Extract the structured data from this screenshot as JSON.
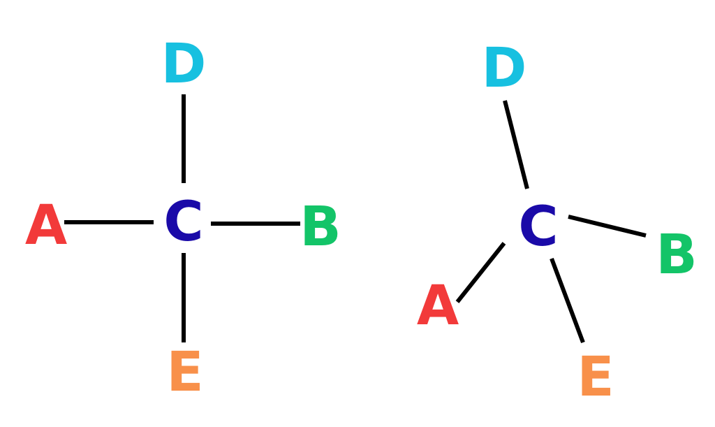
{
  "colors": {
    "A": "#f23a3a",
    "B": "#13c468",
    "C": "#1a0aa8",
    "D": "#17c0e0",
    "E": "#f8904a",
    "bond": "#000000"
  },
  "left_structure": {
    "atoms": {
      "A": "A",
      "B": "B",
      "C": "C",
      "D": "D",
      "E": "E"
    }
  },
  "right_structure": {
    "atoms": {
      "A": "A",
      "B": "B",
      "C": "C",
      "D": "D",
      "E": "E"
    }
  }
}
